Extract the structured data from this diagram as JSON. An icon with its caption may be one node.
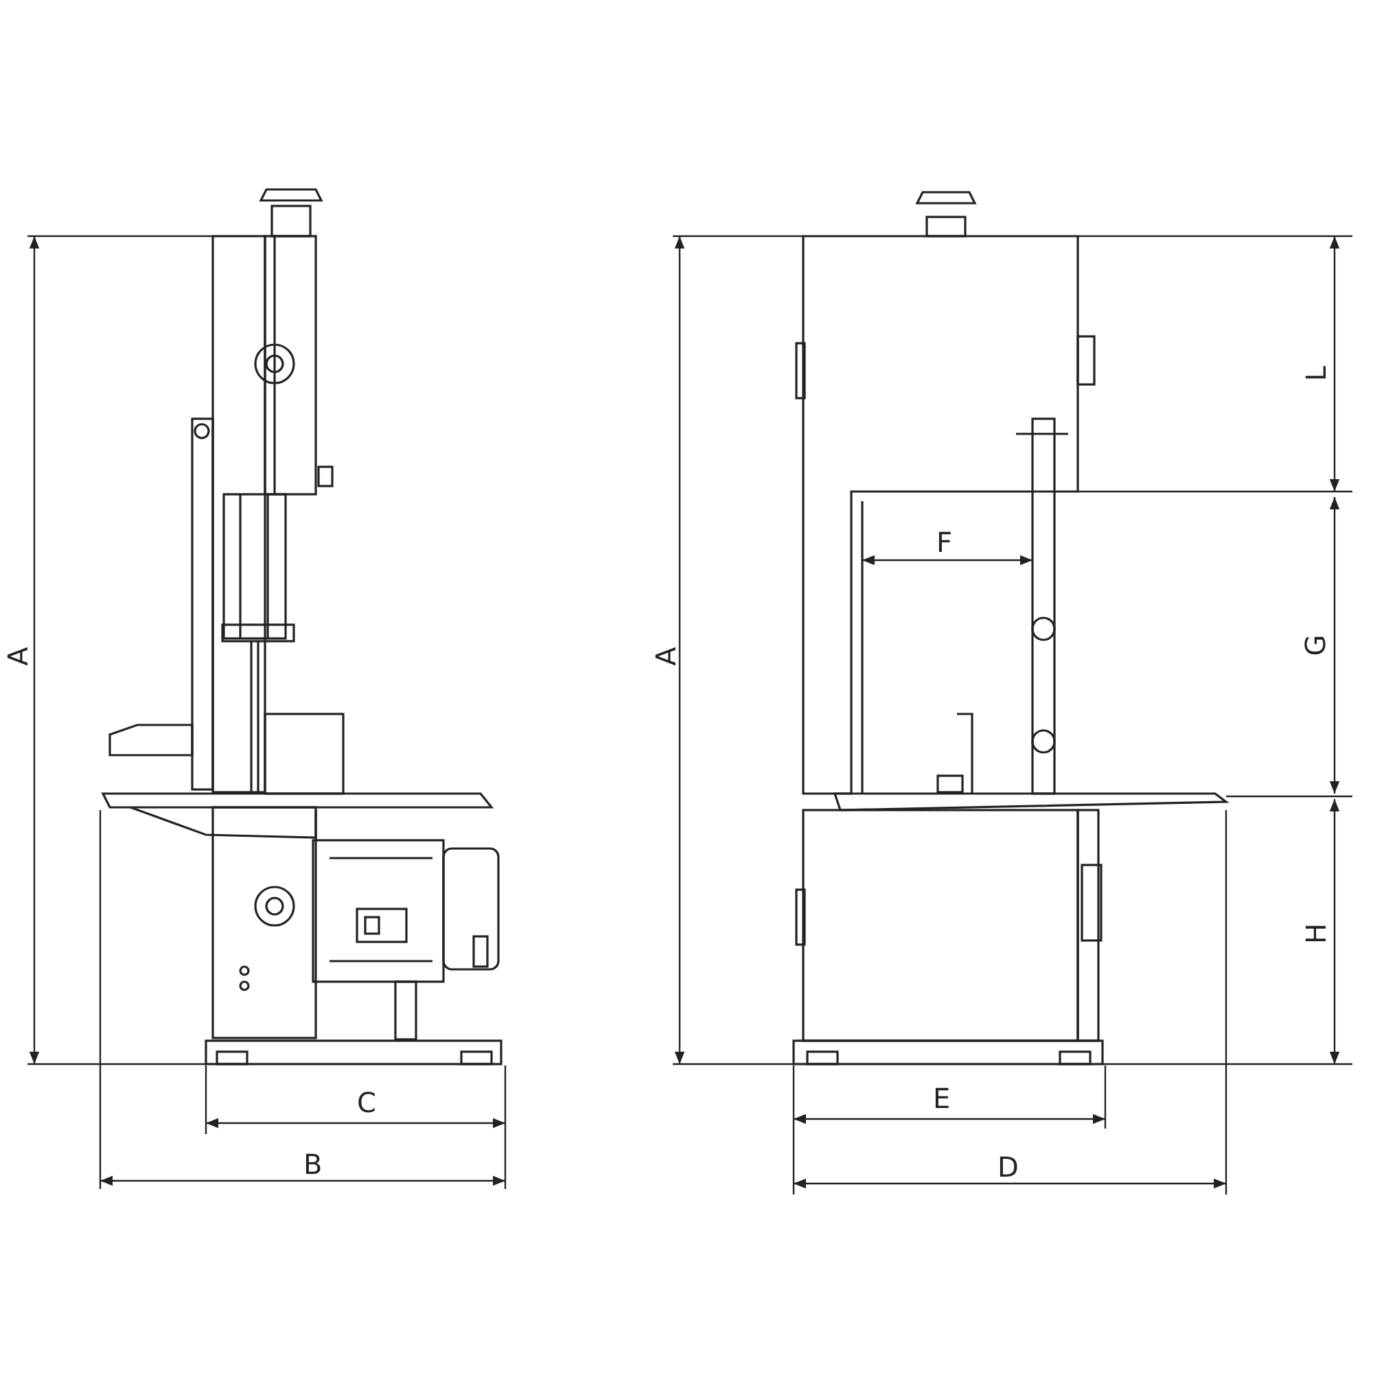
{
  "diagram": {
    "labels": [
      "A",
      "C",
      "B",
      "A",
      "F",
      "L",
      "G",
      "H",
      "E",
      "D"
    ]
  }
}
